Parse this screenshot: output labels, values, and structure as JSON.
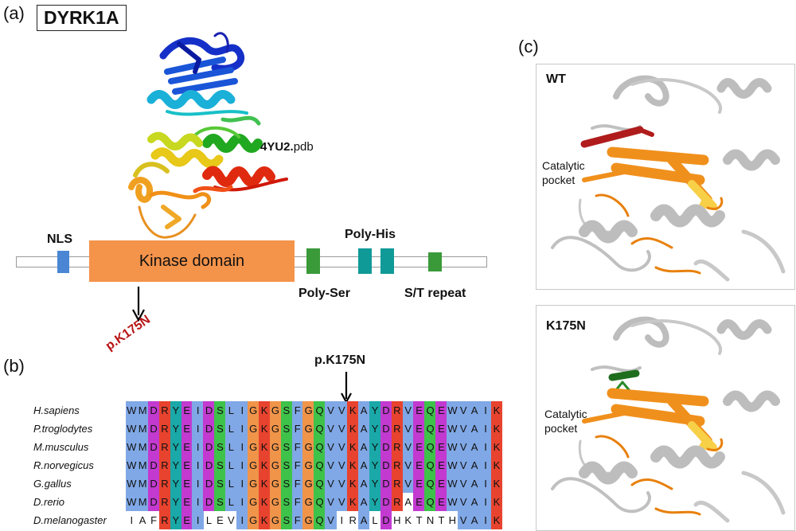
{
  "panel_a": {
    "label": "(a)",
    "title": "DYRK1A",
    "pdb_id": "4YU2.",
    "pdb_ext": "pdb",
    "labels": {
      "nls": "NLS",
      "kinase": "Kinase domain",
      "poly_his": "Poly-His",
      "poly_ser": "Poly-Ser",
      "st_repeat": "S/T repeat",
      "mutation": "p.K175N"
    },
    "colors": {
      "kinase": "#f4934a",
      "nls": "#4a86d4",
      "poly_ser": "#3a9a3a",
      "poly_his": "#0f9a98",
      "st_repeat": "#3a9a3a",
      "mutation": "#b81414"
    }
  },
  "panel_b": {
    "label": "(b)",
    "mutation": "p.K175N",
    "species": [
      "H.sapiens",
      "P.troglodytes",
      "M.musculus",
      "R.norvegicus",
      "G.gallus",
      "D.rerio",
      "D.melanogaster"
    ],
    "sequences": [
      "WMDRYEIDSLIGKGSFGQVVKAYDRVEQEWVAIK",
      "WMDRYEIDSLIGKGSFGQVVKAYDRVEQEWVAIK",
      "WMDRYEIDSLIGKGSFGQVVKAYDRVEQEWVAIK",
      "WMDRYEIDSLIGKGSFGQVVKAYDRVEQEWVAIK",
      "WMDRYEIDSLIGKGSFGQVVKAYDRVEQEWVAIK",
      "WMDRYEIDSLIGKGSFGQVVKAYDRAEQEWVAIK",
      "IAFRYEILEVIGKGSFGQVIRALDHKTNTHVAIK"
    ]
  },
  "panel_c": {
    "label": "(c)",
    "wt_label": "WT",
    "mut_label": "K175N",
    "pocket_line1": "Catalytic",
    "pocket_line2": "pocket",
    "wt_highlight": "#b01c1c",
    "mut_highlight": "#1e6e1e"
  }
}
